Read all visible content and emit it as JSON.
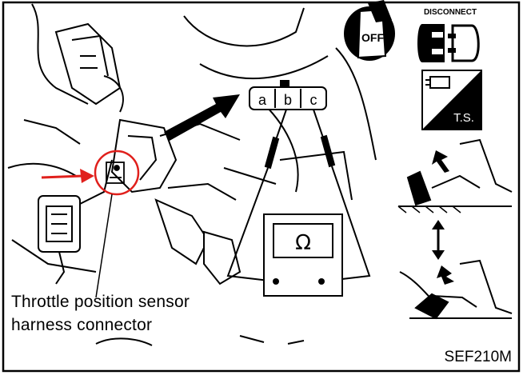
{
  "caption": {
    "line1": "Throttle position sensor",
    "line2": "harness connector"
  },
  "figure_id": "SEF210M",
  "connector_terminals": [
    "a",
    "b",
    "c"
  ],
  "meter_symbol": "Ω",
  "ignition_switch": {
    "label": "OFF",
    "icon": "ignition-key-off-icon"
  },
  "disconnect": {
    "label": "DISCONNECT",
    "icon": "connector-disconnect-icon"
  },
  "tool": {
    "label": "T.S.",
    "icon": "tester-icon"
  },
  "pedal_icon": "accelerator-pedal-icon",
  "colors": {
    "ink": "#000000",
    "highlight": "#e0201c",
    "paper": "#ffffff"
  }
}
